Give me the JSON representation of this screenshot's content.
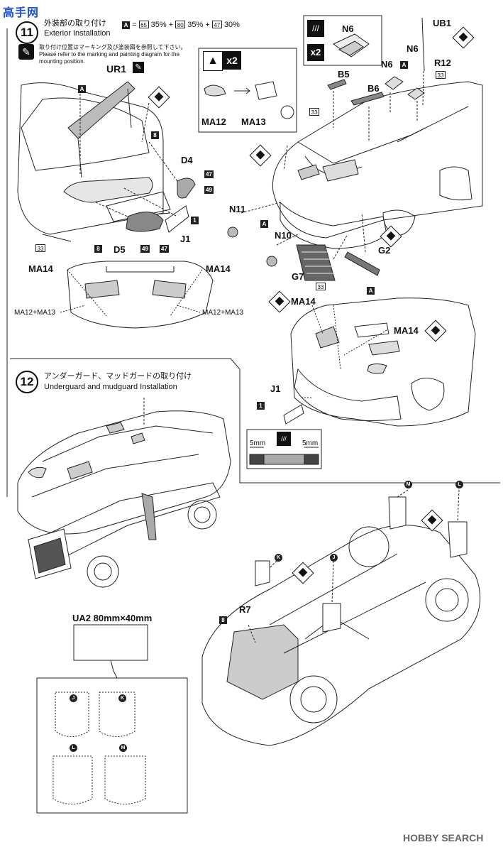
{
  "header": {
    "step_number": "11",
    "title_jp": "外装部の取り付け",
    "title_en": "Exterior Installation",
    "paint_mix": "A=65 35%+80 35%+47 30%",
    "mix_letter": "A",
    "mix_parts": [
      {
        "code": "65",
        "pct": "35%"
      },
      {
        "code": "80",
        "pct": "35%"
      },
      {
        "code": "47",
        "pct": "30%"
      }
    ],
    "note_jp": "取り付け位置はマーキング及び塗装図を参照して下さい。",
    "note_en_line1": "Please refer to the marking and painting diagram for the",
    "note_en_line2": "mounting position."
  },
  "watermark": {
    "site_label": "高手网"
  },
  "step11_labels": {
    "ur1": "UR1",
    "d4": "D4",
    "d5": "D5",
    "j1": "J1",
    "n6_box": "N6",
    "x2_a": "x2",
    "x2_b": "x2",
    "ub1": "UB1",
    "n6_a": "N6",
    "n6_b": "N6",
    "r12": "R12",
    "b5": "B5",
    "b6": "B6",
    "ma12": "MA12",
    "ma13": "MA13",
    "n11": "N11",
    "n10": "N10",
    "g7": "G7",
    "g2": "G2",
    "ma14_l": "MA14",
    "ma14_r": "MA14",
    "ma12_13_l": "MA12+MA13",
    "ma12_13_r": "MA12+MA13",
    "ma14_front1": "MA14",
    "ma14_front2": "MA14",
    "j1_front": "J1",
    "mm_left": "5mm",
    "mm_right": "5mm"
  },
  "codes": {
    "a": "A",
    "c8": "8",
    "c47": "47",
    "c49": "49",
    "c1": "1",
    "c33": "33"
  },
  "step12": {
    "step_number": "12",
    "title_jp": "アンダーガード、マッドガードの取り付け",
    "title_en": "Underguard and mudguard Installation",
    "ua2": "UA2  80mm×40mm",
    "r7": "R7",
    "markers": {
      "j": "J",
      "k": "K",
      "l": "L",
      "m": "M"
    }
  },
  "footer": {
    "brand_logo": "HOBBY SEARCH"
  }
}
